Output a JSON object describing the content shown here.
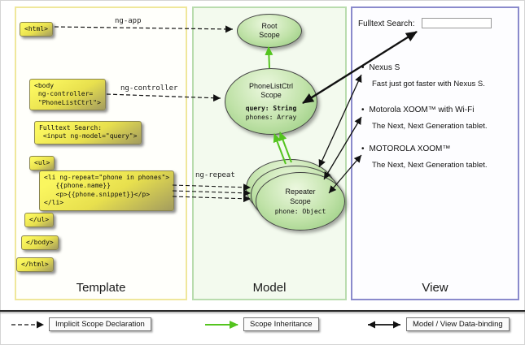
{
  "panels": {
    "template": {
      "title": "Template",
      "code": {
        "html_open": "<html>",
        "body_open": "<body\n ng-controller=\n \"PhoneListCtrl\">",
        "fulltext": "Fulltext Search:\n <input ng-model=\"query\">",
        "ul_open": "<ul>",
        "li_repeat": "<li ng-repeat=\"phone in phones\">\n   {{phone.name}}\n   <p>{{phone.snippet}}</p>\n</li>",
        "ul_close": "</ul>",
        "body_close": "</body>",
        "html_close": "</html>"
      }
    },
    "model": {
      "title": "Model",
      "root_scope": {
        "title": "Root\nScope"
      },
      "phonelist_scope": {
        "title": "PhoneListCtrl\nScope",
        "prop_query": "query: String",
        "prop_phones": "phones: Array"
      },
      "repeater_scope": {
        "title": "Repeater\nScope",
        "prop_phone": "phone: Object"
      }
    },
    "view": {
      "title": "View",
      "search_label": "Fulltext Search:",
      "search_value": "",
      "items": [
        {
          "title": "Nexus S",
          "desc": "Fast just got faster with Nexus S."
        },
        {
          "title": "Motorola XOOM™ with Wi-Fi",
          "desc": "The Next, Next Generation tablet."
        },
        {
          "title": "MOTOROLA XOOM™",
          "desc": "The Next, Next Generation tablet."
        }
      ]
    }
  },
  "arrows": {
    "ng_app": "ng-app",
    "ng_controller": "ng-controller",
    "ng_repeat": "ng-repeat"
  },
  "legend": {
    "implicit": "Implicit Scope Declaration",
    "inheritance": "Scope Inheritance",
    "binding": "Model / View Data-binding"
  },
  "colors": {
    "inheritance_green": "#54c41f",
    "code_box_yellow": "#f6f14e",
    "scope_green": "#9ed080",
    "template_border": "#efe79b",
    "model_border": "#b9dcae",
    "view_border": "#8a8acc"
  }
}
